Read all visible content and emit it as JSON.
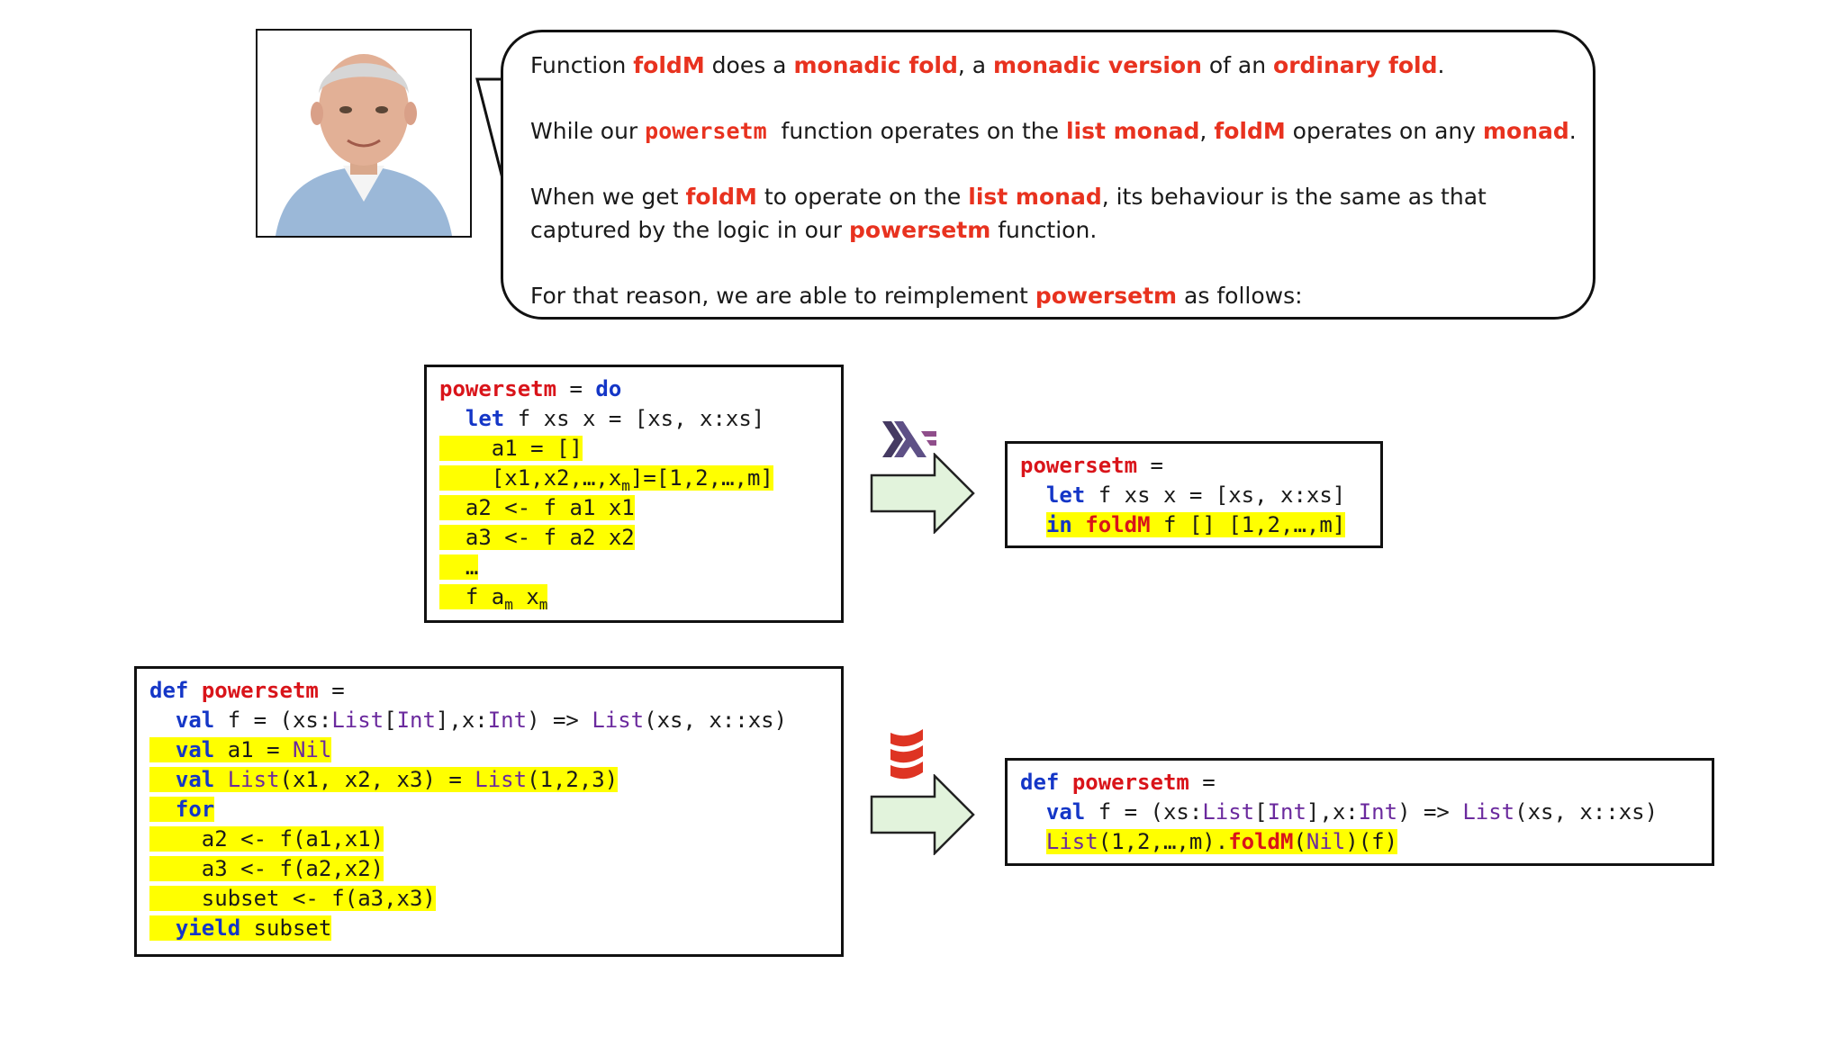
{
  "speaker": {
    "portrait": "presenter-photo"
  },
  "bubble": {
    "p1": {
      "t1": "Function ",
      "foldM": "foldM",
      "t2": " does a ",
      "monadic_fold": "monadic fold",
      "t3": ", a ",
      "monadic_version": "monadic version",
      "t4": " of an ",
      "ordinary_fold": "ordinary fold",
      "t5": "."
    },
    "p2": {
      "t1": "While our ",
      "powersetm": "powersetm",
      "t2": "  function operates on the ",
      "list_monad": "list monad",
      "t3": ", ",
      "foldM": "foldM",
      "t4": " operates on any ",
      "monad": "monad",
      "t5": "."
    },
    "p3": {
      "t1": "When we get ",
      "foldM": "foldM",
      "t2": " to operate on the ",
      "list_monad": "list monad",
      "t3": ", its behaviour is the same as that captured by the logic in our ",
      "powersetm": "powersetm",
      "t4": " function."
    },
    "p4": {
      "t1": "For that reason, we are able to reimplement ",
      "powersetm": "powersetm",
      "t2": " as follows:"
    }
  },
  "haskell_before": {
    "l1": {
      "name": "powersetm",
      "eq": " = ",
      "do": "do"
    },
    "l2": {
      "indent": "  ",
      "let": "let",
      "rest": " f xs x = [xs, x:xs]"
    },
    "l3": "    a1 = []",
    "l4": {
      "a": "    [x1,x2,…,x",
      "sub": "m",
      "b": "]=[1,2,…,m]"
    },
    "l5": "  a2 <- f a1 x1",
    "l6": "  a3 <- f a2 x2",
    "l7": "  …",
    "l8": {
      "a": "  f a",
      "sub1": "m",
      "b": " x",
      "sub2": "m"
    }
  },
  "haskell_after": {
    "l1": {
      "name": "powersetm",
      "eq": " ="
    },
    "l2": {
      "indent": "  ",
      "let": "let",
      "rest": " f xs x = [xs, x:xs]"
    },
    "l3": {
      "indent": "  ",
      "in": "in",
      "sp": " ",
      "foldM": "foldM",
      "rest": " f [] [1,2,…,m]"
    }
  },
  "scala_before": {
    "l1": {
      "def": "def",
      "sp": " ",
      "name": "powersetm",
      "eq": " ="
    },
    "l2": {
      "indent": "  ",
      "val": "val",
      "a": " f = (xs:",
      "List": "List",
      "b": "[",
      "Int": "Int",
      "c": "],x:",
      "Int2": "Int",
      "d": ") => ",
      "List2": "List",
      "e": "(xs, x::xs)"
    },
    "l3": {
      "indent": "  ",
      "val": "val",
      "a": " a1 = ",
      "Nil": "Nil"
    },
    "l4": {
      "indent": "  ",
      "val": "val",
      "sp": " ",
      "List": "List",
      "a": "(x1, x2, x3) = ",
      "List2": "List",
      "b": "(1,2,3)"
    },
    "l5": {
      "indent": "  ",
      "for": "for"
    },
    "l6": "    a2 <- f(a1,x1)",
    "l7": "    a3 <- f(a2,x2)",
    "l8": "    subset <- f(a3,x3)",
    "l9": {
      "indent": "  ",
      "yield": "yield",
      "rest": " subset"
    }
  },
  "scala_after": {
    "l1": {
      "def": "def",
      "sp": " ",
      "name": "powersetm",
      "eq": " ="
    },
    "l2": {
      "indent": "  ",
      "val": "val",
      "a": " f = (xs:",
      "List": "List",
      "b": "[",
      "Int": "Int",
      "c": "],x:",
      "Int2": "Int",
      "d": ") => ",
      "List2": "List",
      "e": "(xs, x::xs)"
    },
    "l3": {
      "indent": "  ",
      "List": "List",
      "a": "(1,2,…,m).",
      "foldM": "foldM",
      "b": "(",
      "Nil": "Nil",
      "c": ")(f)"
    }
  },
  "colors": {
    "keyword": "#1436c7",
    "function": "#d9141a",
    "type": "#6b2a9e",
    "highlight": "#ffff00",
    "emphasis": "#e8321f",
    "arrow_fill": "#e2f3dc"
  },
  "icons": {
    "haskell": "haskell-logo",
    "scala": "scala-logo",
    "arrow": "right-arrow-icon"
  }
}
